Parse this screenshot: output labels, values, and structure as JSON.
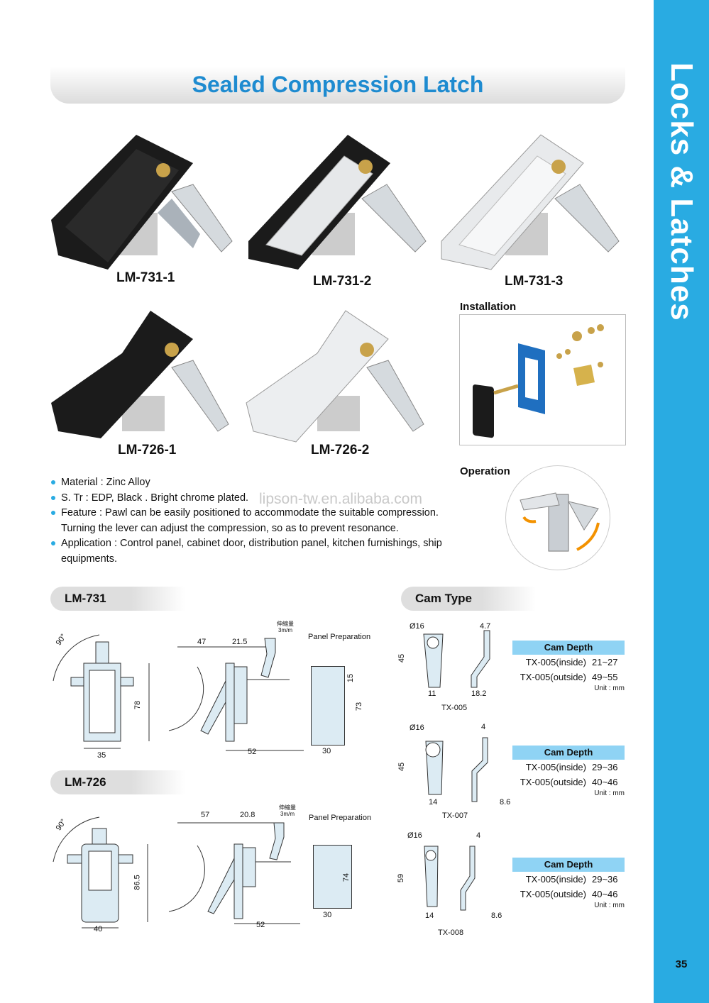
{
  "side_title": "Locks & Latches",
  "page_number": "35",
  "title": "Sealed Compression Latch",
  "products": [
    "LM-731-1",
    "LM-731-2",
    "LM-731-3",
    "LM-726-1",
    "LM-726-2"
  ],
  "installation_label": "Installation",
  "operation_label": "Operation",
  "watermark": "lipson-tw.en.alibaba.com",
  "specs": {
    "material": "Material : Zinc Alloy",
    "finish": "S. Tr : EDP, Black . Bright chrome plated.",
    "feature": "Feature : Pawl can be easily positioned to accommodate the suitable compression.",
    "feature_cont": "Turning the lever can adjust the compression, so as to prevent resonance.",
    "application": "Application : Control panel, cabinet door, distribution panel, kitchen furnishings, ship",
    "application_cont": "equipments."
  },
  "sections": {
    "lm731": "LM-731",
    "lm726": "LM-726",
    "cam": "Cam Type"
  },
  "drawing_731": {
    "angle": "90°",
    "width": "35",
    "height": "78",
    "d47": "47",
    "d21": "21.5",
    "d52": "52",
    "cn_top": "伸縮量",
    "cn_unit": "3m/m",
    "panel_prep": "Panel Preparation",
    "p15": "15",
    "p73": "73",
    "p30": "30"
  },
  "drawing_726": {
    "angle": "90°",
    "width": "40",
    "height": "86.5",
    "d57": "57",
    "d20": "20.8",
    "d52": "52",
    "cn_top": "伸縮量",
    "cn_unit": "3m/m",
    "panel_prep": "Panel Preparation",
    "p74": "74",
    "p30": "30"
  },
  "cams": [
    {
      "dia": "Ø16",
      "h": "45",
      "w": "11",
      "t": "4.7",
      "off": "18.2",
      "name": "TX-005",
      "header": "Cam Depth",
      "rows": [
        [
          "TX-005(inside)",
          "21~27"
        ],
        [
          "TX-005(outside)",
          "49~55"
        ]
      ],
      "unit": "Unit : mm"
    },
    {
      "dia": "Ø16",
      "h": "45",
      "w": "14",
      "t": "4",
      "off": "8.6",
      "name": "TX-007",
      "header": "Cam Depth",
      "rows": [
        [
          "TX-005(inside)",
          "29~36"
        ],
        [
          "TX-005(outside)",
          "40~46"
        ]
      ],
      "unit": "Unit : mm"
    },
    {
      "dia": "Ø16",
      "h": "59",
      "w": "14",
      "t": "4",
      "off": "8.6",
      "name": "TX-008",
      "header": "Cam Depth",
      "rows": [
        [
          "TX-005(inside)",
          "29~36"
        ],
        [
          "TX-005(outside)",
          "40~46"
        ]
      ],
      "unit": "Unit : mm"
    }
  ],
  "colors": {
    "accent": "#29abe2",
    "title": "#1e8bd0",
    "table_head": "#8fd3f4"
  }
}
